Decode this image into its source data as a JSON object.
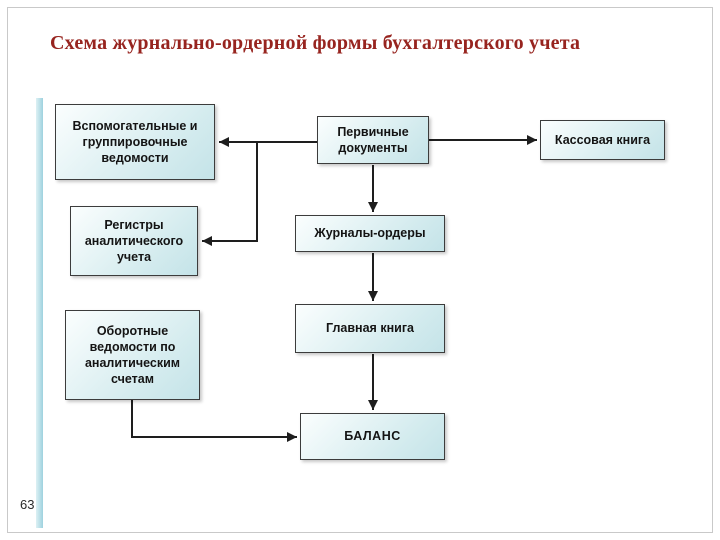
{
  "slide": {
    "title": "Схема журнально-ордерной формы бухгалтерского учета",
    "page_number": "63"
  },
  "diagram": {
    "nodes": {
      "auxiliary": "Вспомогательные и группировочные ведомости",
      "primary_docs": "Первичные документы",
      "cash_book": "Кассовая книга",
      "analytic_registers": "Регистры аналитического учета",
      "journal_orders": "Журналы-ордеры",
      "turnover_sheets": "Оборотные ведомости по аналитическим счетам",
      "general_ledger": "Главная книга",
      "balance": "БАЛАНС"
    },
    "colors": {
      "title_color": "#97241f",
      "node_fill": "#d3ebee",
      "node_border": "#3c3c3c",
      "connector": "#1e1e1e",
      "accent_bar": "#9ed2de"
    }
  }
}
